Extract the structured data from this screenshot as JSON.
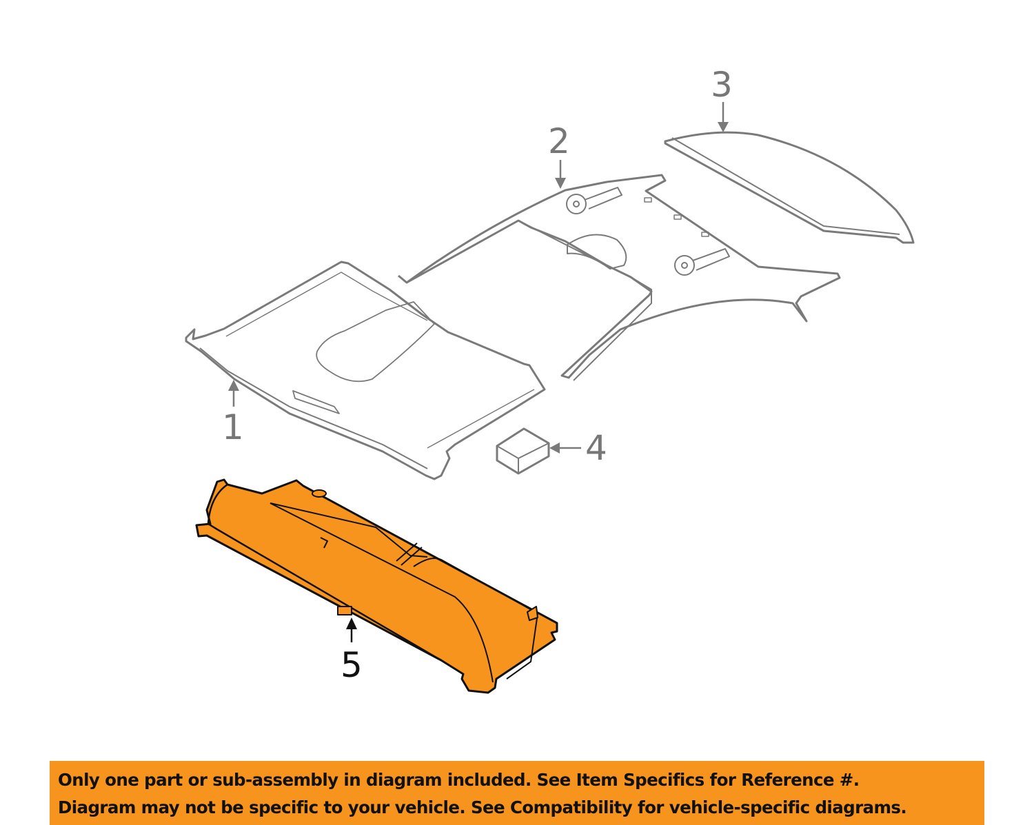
{
  "diagram": {
    "title": "Roof headliner and rear package tray exploded parts diagram",
    "colors": {
      "line_gray": "#7a7a7a",
      "highlight_fill": "#f7941d",
      "highlight_stroke": "#111111",
      "banner_bg": "#f7941d",
      "banner_text": "#111111"
    },
    "callouts": [
      {
        "number": "1",
        "part": "Headliner (front)",
        "highlighted": false
      },
      {
        "number": "2",
        "part": "Headliner (center, with dome lamp openings)",
        "highlighted": false
      },
      {
        "number": "3",
        "part": "Roof trim panel (rear)",
        "highlighted": false
      },
      {
        "number": "4",
        "part": "Foam block / pad",
        "highlighted": false
      },
      {
        "number": "5",
        "part": "Rear package tray trim panel",
        "highlighted": true
      }
    ]
  },
  "banner": {
    "line1": "Only one part or sub-assembly in diagram included. See Item Specifics for Reference #.",
    "line2": "Diagram may not be specific to your vehicle. See Compatibility for vehicle-specific diagrams."
  }
}
